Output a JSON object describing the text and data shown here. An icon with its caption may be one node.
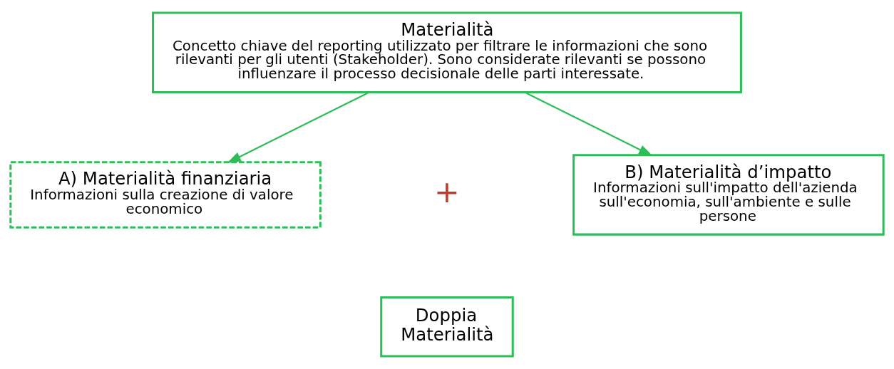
{
  "diagram": {
    "nodes": [
      {
        "text": [
          "Materialità",
          "Concetto chiave del reporting utilizzato per filtrare le informazioni che sono rilevanti per gli utenti (Stakeholder). Sono considerate rilevanti se possono influenzare il processo decisionale delle parti interessate."
        ]
      },
      {
        "text": [
          "A) Materialità finanziaria",
          "Informazioni sulla creazione di valore economico"
        ]
      },
      {
        "text": [
          "B) Materialità d’impatto",
          "Informazioni sull'impatto dell'azienda sull'economia, sull'ambiente e sulle persone"
        ]
      },
      {
        "text": [
          "Doppia Materialità"
        ]
      }
    ],
    "edges": [
      {
        "from": 0,
        "to": 1,
        "arrow": "to"
      },
      {
        "from": 0,
        "to": 2,
        "arrow": "to"
      }
    ],
    "labels": [
      "+"
    ]
  }
}
